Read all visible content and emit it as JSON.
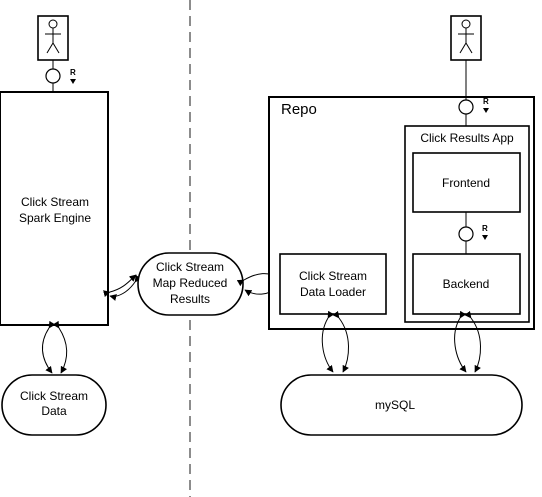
{
  "actors": {
    "left": {
      "icon": "stick-figure-user-icon"
    },
    "right": {
      "icon": "stick-figure-user-icon"
    }
  },
  "interfaces": {
    "spark_engine_port": "R",
    "repo_port": "R",
    "app_internal_port": "R"
  },
  "nodes": {
    "spark_engine": {
      "line1": "Click Stream",
      "line2": "Spark Engine"
    },
    "click_stream_data": {
      "line1": "Click Stream",
      "line2": "Data"
    },
    "map_reduced_results": {
      "line1": "Click Stream",
      "line2": "Map Reduced",
      "line3": "Results"
    },
    "repo": {
      "title": "Repo"
    },
    "data_loader": {
      "line1": "Click Stream",
      "line2": "Data Loader"
    },
    "click_results_app": {
      "title": "Click Results App"
    },
    "frontend": {
      "label": "Frontend"
    },
    "backend": {
      "label": "Backend"
    },
    "mysql": {
      "label": "mySQL"
    }
  }
}
